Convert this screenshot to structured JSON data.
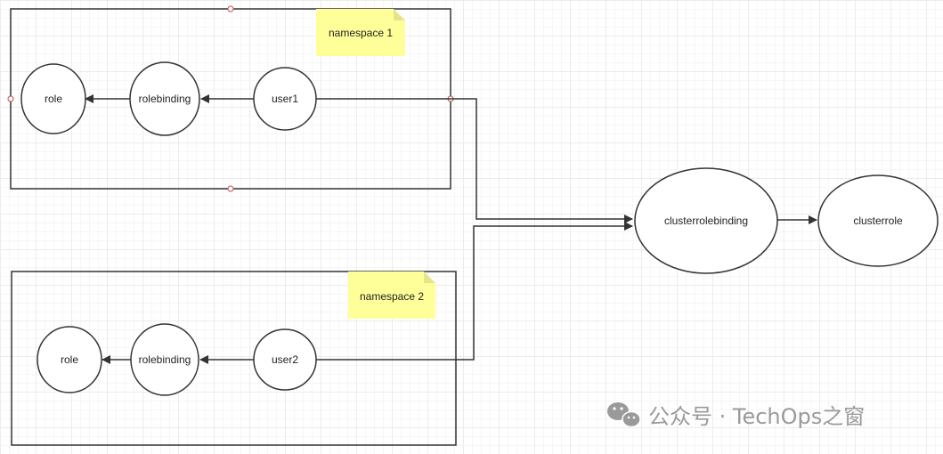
{
  "namespaces": [
    {
      "label": "namespace 1",
      "role": "role",
      "rolebinding": "rolebinding",
      "user": "user1"
    },
    {
      "label": "namespace 2",
      "role": "role",
      "rolebinding": "rolebinding",
      "user": "user2"
    }
  ],
  "cluster": {
    "clusterrolebinding": "clusterrolebinding",
    "clusterrole": "clusterrole"
  },
  "watermark": {
    "text": "公众号 · TechOps之窗",
    "icon": "wechat-icon"
  },
  "colors": {
    "note_fill": "#ffff99",
    "stroke": "#333333",
    "watermark": "#9a9a9a"
  }
}
